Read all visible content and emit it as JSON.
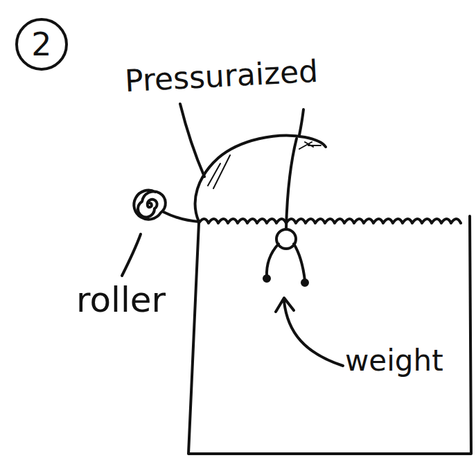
{
  "diagram": {
    "nodes": [
      {
        "text": [
          "2"
        ]
      }
    ],
    "labels": [
      "Pressuraized",
      "roller",
      "weight"
    ]
  }
}
